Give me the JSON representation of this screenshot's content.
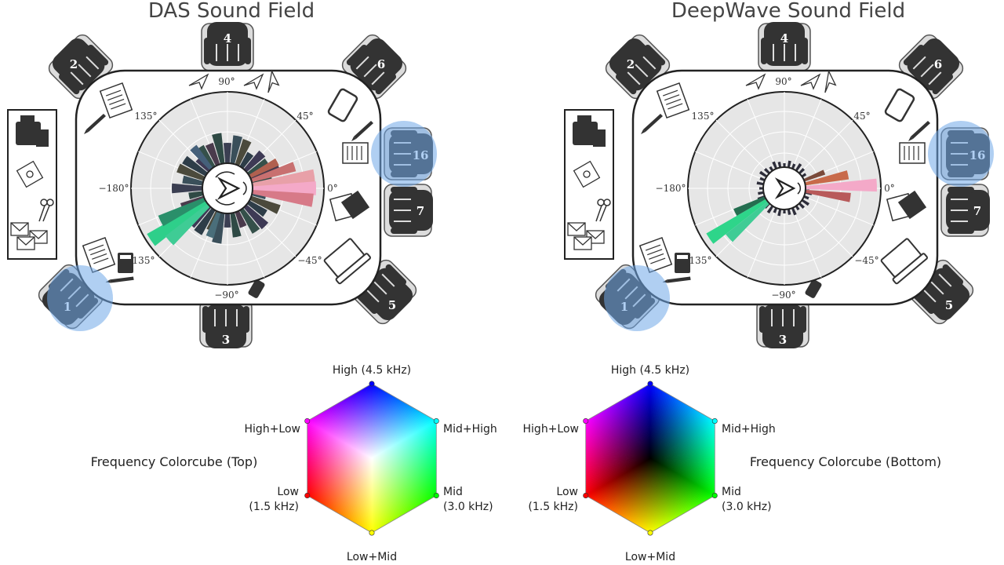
{
  "panels": [
    {
      "title": "DAS Sound Field",
      "angles": {
        "a90": "90°",
        "a45": "45°",
        "a135": "135°",
        "a0": "0°",
        "a180": "−180°",
        "am45": "−45°",
        "am135": "135°",
        "am90": "−90°"
      },
      "seats": {
        "s1": "1",
        "s2": "2",
        "s3": "3",
        "s4": "4",
        "s5": "5",
        "s6": "6",
        "s7": "7",
        "s16": "16"
      },
      "active_seats": [
        "1",
        "16"
      ]
    },
    {
      "title": "DeepWave Sound Field",
      "angles": {
        "a90": "90°",
        "a45": "45°",
        "a135": "135°",
        "a0": "0°",
        "a180": "−180°",
        "am45": "−45°",
        "am135": "135°",
        "am90": "−90°"
      },
      "seats": {
        "s1": "1",
        "s2": "2",
        "s3": "3",
        "s4": "4",
        "s5": "5",
        "s6": "6",
        "s7": "7",
        "s16": "16"
      },
      "active_seats": [
        "1",
        "16"
      ]
    }
  ],
  "colorcubes": [
    {
      "title": "Frequency Colorcube (Top)",
      "high": "High (4.5 kHz)",
      "high_low": "High+Low",
      "mid_high": "Mid+High",
      "low_line1": "Low",
      "low_line2": "(1.5 kHz)",
      "mid_line1": "Mid",
      "mid_line2": "(3.0 kHz)",
      "low_mid": "Low+Mid",
      "center_color": "#ffffff"
    },
    {
      "title": "Frequency Colorcube (Bottom)",
      "high": "High (4.5 kHz)",
      "high_low": "High+Low",
      "mid_high": "Mid+High",
      "low_line1": "Low",
      "low_line2": "(1.5 kHz)",
      "mid_line1": "Mid",
      "mid_line2": "(3.0 kHz)",
      "low_mid": "Low+Mid",
      "center_color": "#000000"
    }
  ],
  "colors": {
    "high": "#0000ff",
    "high_low": "#ff00ff",
    "mid_high": "#00ffff",
    "low": "#ff0000",
    "mid": "#00ff00",
    "low_mid": "#ffff00",
    "active_seat": "#6fa8e8",
    "seat": "#333333",
    "table_fill": "#ffffff",
    "polar_fill": "#e6e6e6"
  }
}
